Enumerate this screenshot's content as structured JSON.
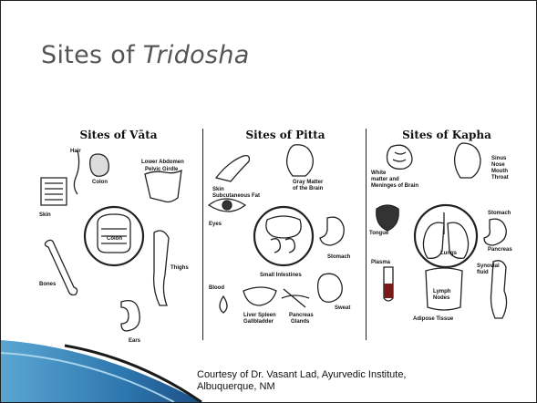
{
  "slide": {
    "title_prefix": "Sites of ",
    "title_emphasis": "Tridosha",
    "credit_line1": "Courtesy of Dr. Vasant Lad, Ayurvedic Institute,",
    "credit_line2": "Albuquerque, NM"
  },
  "vata": {
    "heading": "Sites of Vāta",
    "labels": {
      "hair": "Hair",
      "skin": "Skin",
      "colon": "Colon",
      "colon_center": "Colon",
      "lower_abdomen": "Lower Abdomen",
      "pelvic_girdle": "Pelvic Girdle",
      "thighs": "Thighs",
      "bones": "Bones",
      "ears": "Ears"
    }
  },
  "pitta": {
    "heading": "Sites of Pitta",
    "labels": {
      "skin": "Skin",
      "subcutaneous_fat": "Subcutaneous Fat",
      "gray_matter": "Gray Matter",
      "of_the_brain": "of the Brain",
      "eyes": "Eyes",
      "stomach": "Stomach",
      "small_intestines": "Small Intestines",
      "blood": "Blood",
      "liver_spleen": "Liver Spleen",
      "gallbladder": "Gallbladder",
      "pancreas": "Pancreas",
      "glands": "Glands",
      "sweat": "Sweat"
    }
  },
  "kapha": {
    "heading": "Sites of Kapha",
    "labels": {
      "white_matter": "White",
      "matter_and": "matter and",
      "meninges": "Meninges of Brain",
      "sinus": "Sinus",
      "nose": "Nose",
      "mouth": "Mouth",
      "throat": "Throat",
      "tongue": "Tongue",
      "lungs": "Lungs",
      "stomach": "Stomach",
      "pancreas": "Pancreas",
      "plasma": "Plasma",
      "synovial_fluid": "Synovial",
      "fluid": "fluid",
      "lymph": "Lymph",
      "nodes": "Nodes",
      "adipose": "Adipose Tissue"
    }
  }
}
